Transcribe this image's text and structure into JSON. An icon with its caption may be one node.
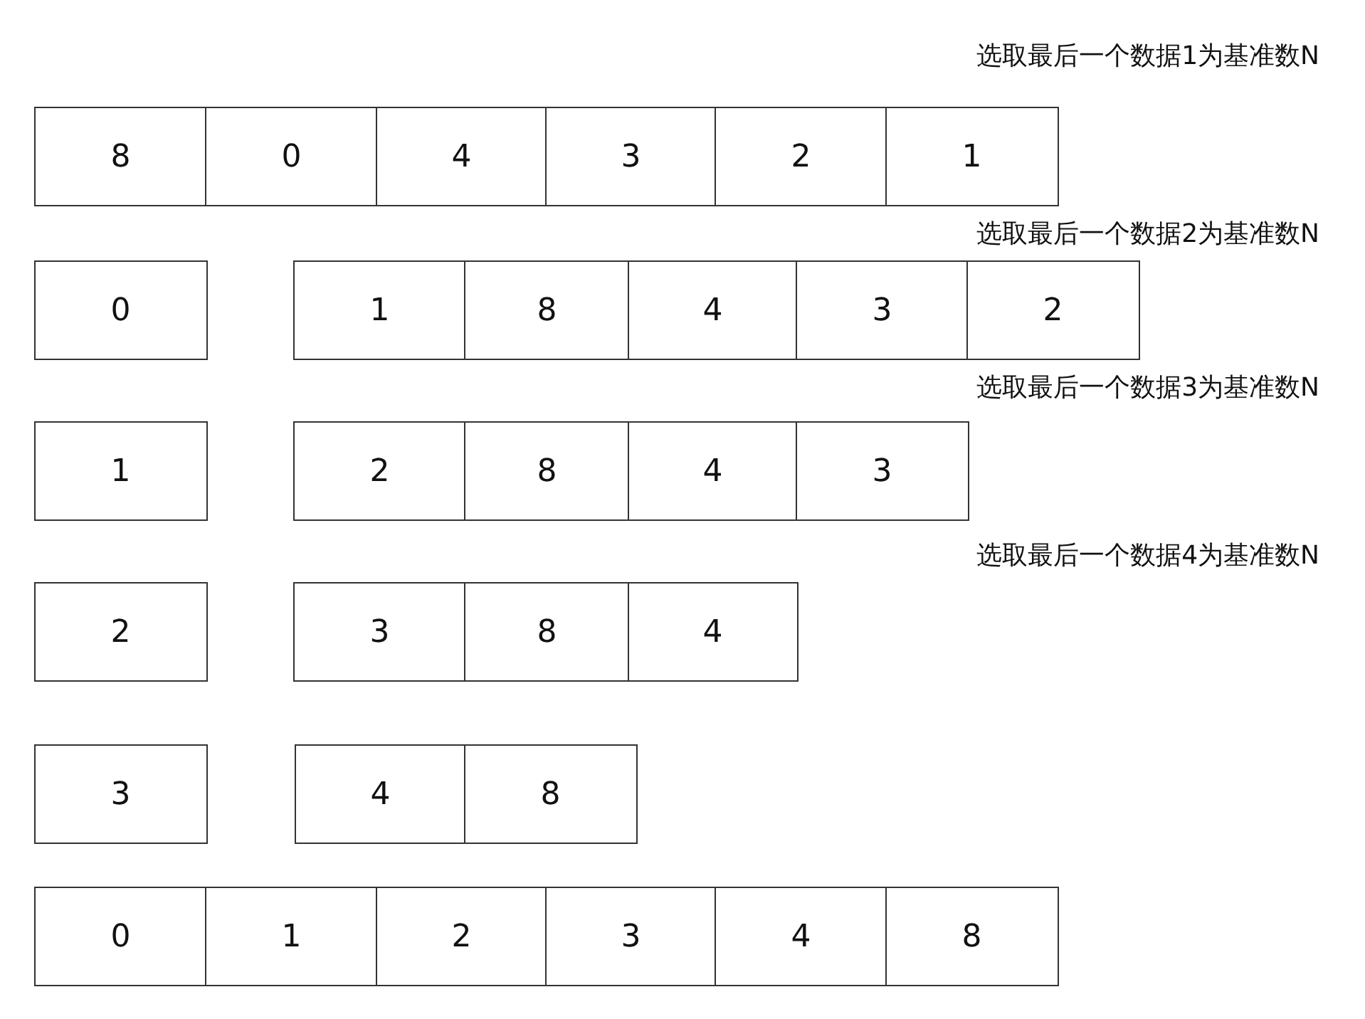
{
  "diagram": {
    "nodes": [
      {
        "text": [
          "8"
        ]
      },
      {
        "text": [
          "0"
        ]
      },
      {
        "text": [
          "4"
        ]
      },
      {
        "text": [
          "3"
        ]
      },
      {
        "text": [
          "2"
        ]
      },
      {
        "text": [
          "1"
        ]
      },
      {
        "text": [
          "0"
        ]
      },
      {
        "text": [
          "1"
        ]
      },
      {
        "text": [
          "8"
        ]
      },
      {
        "text": [
          "4"
        ]
      },
      {
        "text": [
          "3"
        ]
      },
      {
        "text": [
          "2"
        ]
      },
      {
        "text": [
          "1"
        ]
      },
      {
        "text": [
          "2"
        ]
      },
      {
        "text": [
          "8"
        ]
      },
      {
        "text": [
          "4"
        ]
      },
      {
        "text": [
          "3"
        ]
      },
      {
        "text": [
          "2"
        ]
      },
      {
        "text": [
          "3"
        ]
      },
      {
        "text": [
          "8"
        ]
      },
      {
        "text": [
          "4"
        ]
      },
      {
        "text": [
          "3"
        ]
      },
      {
        "text": [
          "4"
        ]
      },
      {
        "text": [
          "8"
        ]
      },
      {
        "text": [
          "0"
        ]
      },
      {
        "text": [
          "1"
        ]
      },
      {
        "text": [
          "2"
        ]
      },
      {
        "text": [
          "3"
        ]
      },
      {
        "text": [
          "4"
        ]
      },
      {
        "text": [
          "8"
        ]
      }
    ],
    "edges": [],
    "labels": [
      "选取最后一个数据1为基准数N",
      "选取最后一个数据2为基准数N",
      "选取最后一个数据3为基准数N",
      "选取最后一个数据4为基准数N"
    ]
  }
}
